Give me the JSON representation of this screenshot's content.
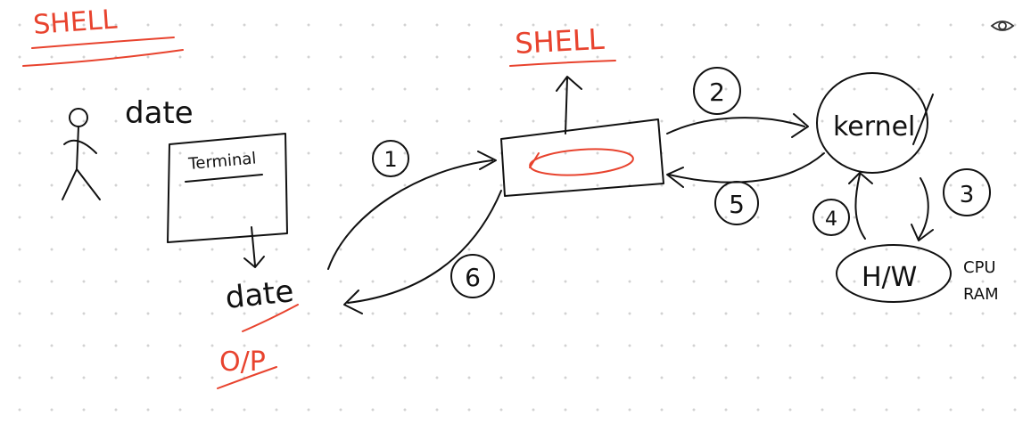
{
  "toolbar": {
    "view_icon": "eye-icon"
  },
  "colors": {
    "ink": "#111111",
    "accent": "#e8432e",
    "dot_grid": "#d2d2d2"
  },
  "labels": {
    "title_left": "SHELL",
    "title_center": "SHELL",
    "user_command": "date",
    "terminal": "Terminal",
    "output_value": "date",
    "output_label": "O/P",
    "kernel": "kernel",
    "hardware": "H/W",
    "cpu": "CPU",
    "ram": "RAM",
    "step_1": "1",
    "step_2": "2",
    "step_3": "3",
    "step_4": "4",
    "step_5": "5",
    "step_6": "6"
  }
}
